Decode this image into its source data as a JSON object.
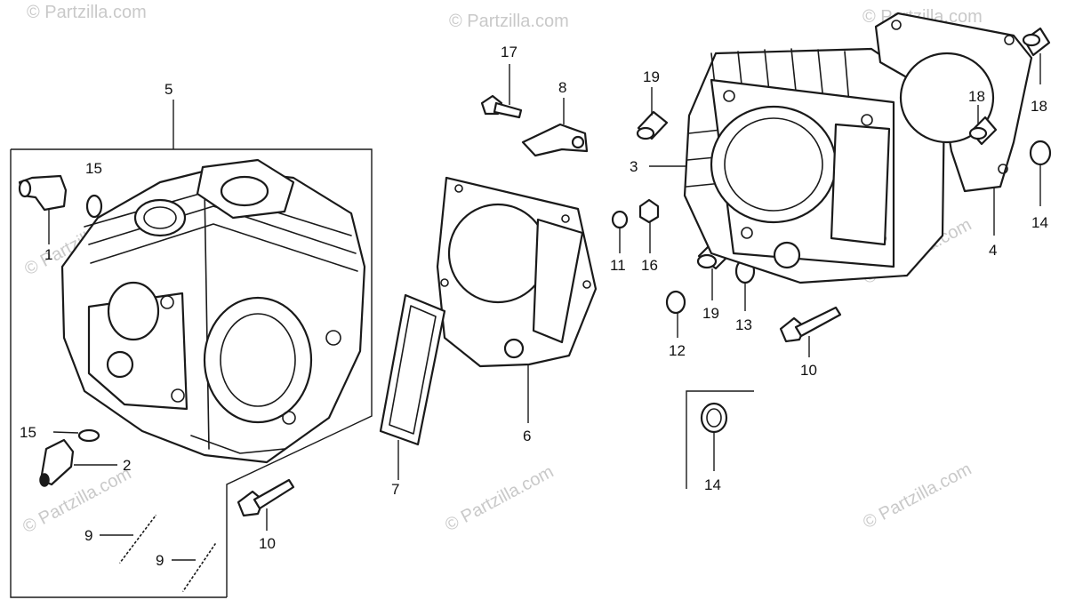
{
  "watermark": {
    "text": "© Partzilla.com"
  },
  "callouts": {
    "c1": "1",
    "c2": "2",
    "c3": "3",
    "c4": "4",
    "c5": "5",
    "c6": "6",
    "c7": "7",
    "c8": "8",
    "c9a": "9",
    "c9b": "9",
    "c10a": "10",
    "c10b": "10",
    "c11": "11",
    "c12": "12",
    "c13": "13",
    "c14a": "14",
    "c14b": "14",
    "c15a": "15",
    "c15b": "15",
    "c16": "16",
    "c17": "17",
    "c18a": "18",
    "c18b": "18",
    "c19a": "19",
    "c19b": "19"
  }
}
